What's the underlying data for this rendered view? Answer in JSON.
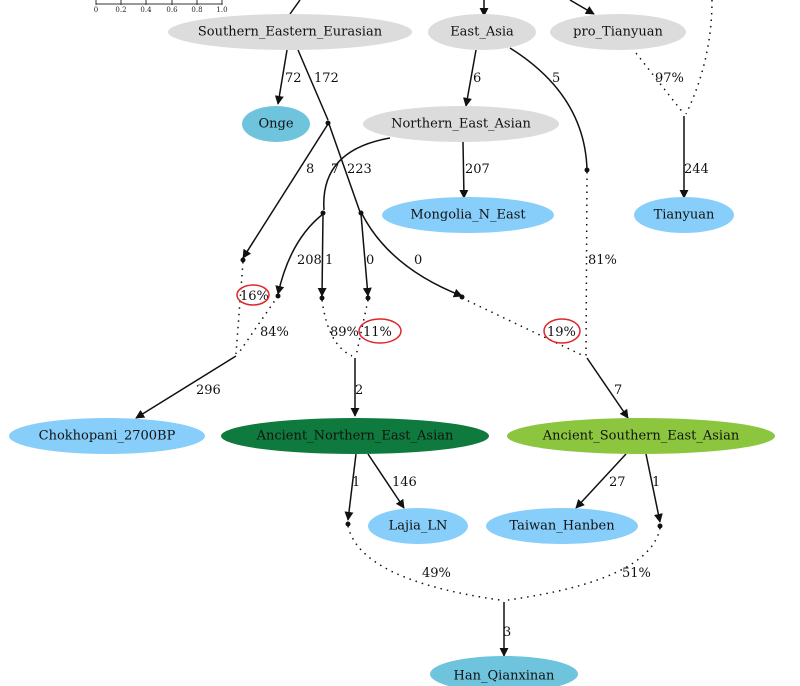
{
  "scale_bar": {
    "ticks": [
      "0",
      "0.2",
      "0.4",
      "0.6",
      "0.8",
      "1.0"
    ]
  },
  "colors": {
    "node_gray": "#dcdcdc",
    "node_light_blue": "#87cefa",
    "node_teal_blue": "#6ec3dd",
    "node_dark_green": "#0f7a3d",
    "node_light_green": "#8cc63f",
    "highlight_ring": "#e0262c"
  },
  "nodes": {
    "southern_eastern_eurasian": "Southern_Eastern_Eurasian",
    "east_asia": "East_Asia",
    "pro_tianyuan": "pro_Tianyuan",
    "onge": "Onge",
    "northern_east_asian": "Northern_East_Asian",
    "mongolia_n_east": "Mongolia_N_East",
    "tianyuan": "Tianyuan",
    "chokhopani_2700bp": "Chokhopani_2700BP",
    "ancient_northern_east_asian": "Ancient_Northern_East_Asian",
    "ancient_southern_east_asian": "Ancient_Southern_East_Asian",
    "lajia_ln": "Lajia_LN",
    "taiwan_hanben": "Taiwan_Hanben",
    "han_qianxinan": "Han_Qianxinan"
  },
  "edge_labels": {
    "see_to_onge": "72",
    "see_to_branch": "172",
    "ea_to_nea": "6",
    "ea_to_branch": "5",
    "branch_to_choko": "8",
    "branch_to_mid": "7",
    "branch_to_223": "223",
    "nea_to_mongolia": "207",
    "pro_to_tianyuan": "244",
    "mid_to_208": "208",
    "mid_to_1": "1",
    "p223_to_0a": "0",
    "p223_to_0b": "0",
    "choko_drift": "296",
    "anea_drift": "2",
    "asea_drift": "7",
    "anea_to_1": "1",
    "anea_to_lajia": "146",
    "asea_to_taiwan": "27",
    "asea_to_1": "1",
    "han_drift": "3"
  },
  "admixture_labels": {
    "pro_tianyuan": "97%",
    "choko_left": "16%",
    "choko_right": "84%",
    "anea_left": "89%",
    "anea_right": "11%",
    "asea_left": "19%",
    "asea_right": "81%",
    "han_left": "49%",
    "han_right": "51%"
  }
}
